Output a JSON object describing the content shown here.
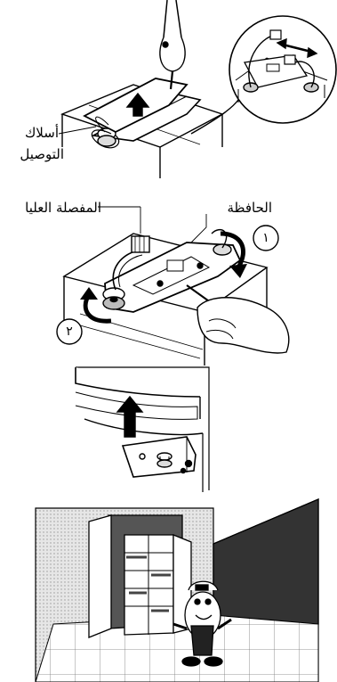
{
  "step1": {
    "wires_label_line1": "أسلاك",
    "wires_label_line2": "التوصيل"
  },
  "step2": {
    "upper_hinge_label": "المفصلة العليا",
    "cover_label": "الحافظة",
    "arrow1_number": "١",
    "arrow2_number": "٢"
  },
  "icons": [
    "screwdriver-icon",
    "double-arrow-icon",
    "up-arrow-icon",
    "curved-arrow-icon"
  ]
}
